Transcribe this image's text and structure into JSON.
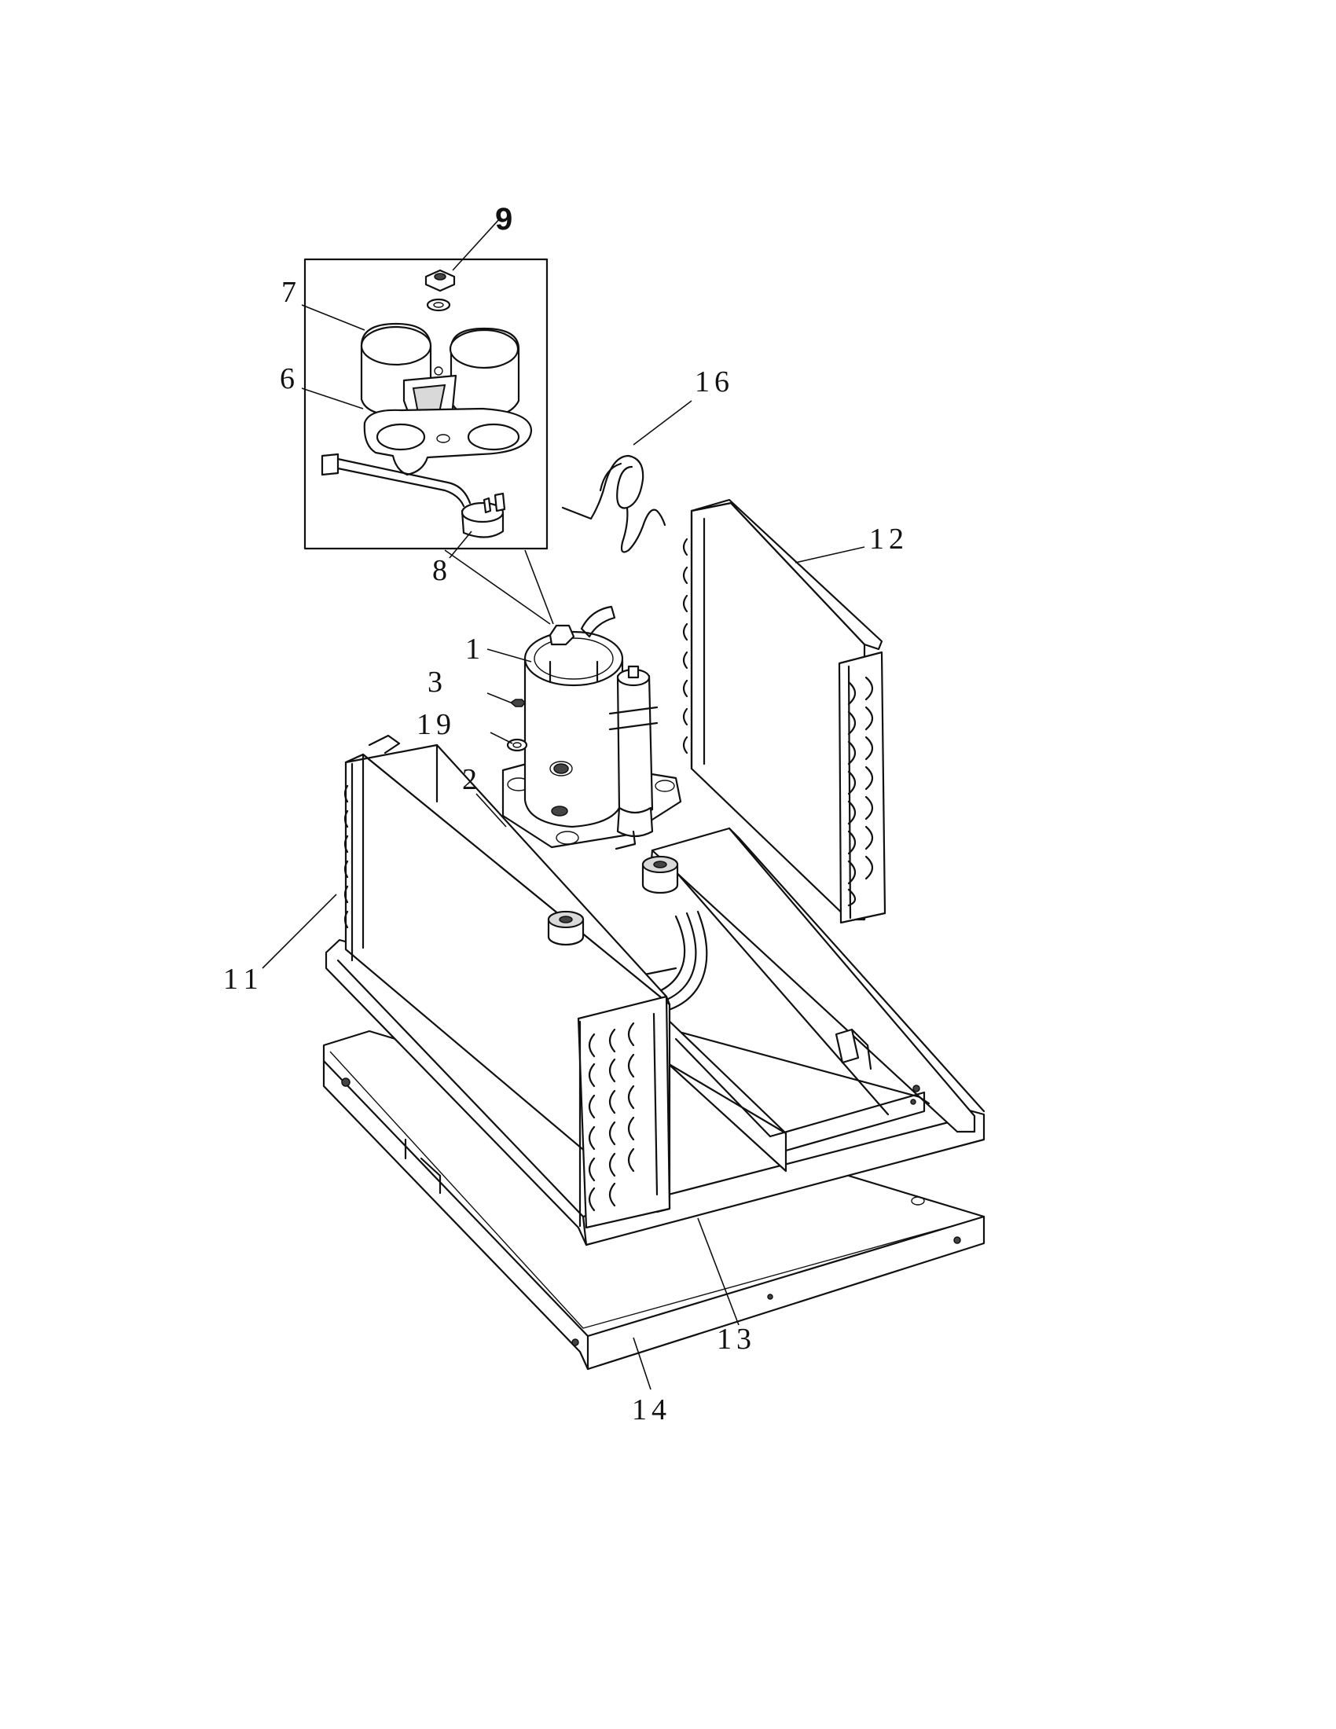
{
  "callouts": {
    "c9": "9",
    "c7": "7",
    "c6": "6",
    "c8": "8",
    "c16": "16",
    "c12": "12",
    "c1": "1",
    "c3": "3",
    "c19": "19",
    "c2": "2",
    "c11": "11",
    "c13": "13",
    "c14": "14"
  }
}
